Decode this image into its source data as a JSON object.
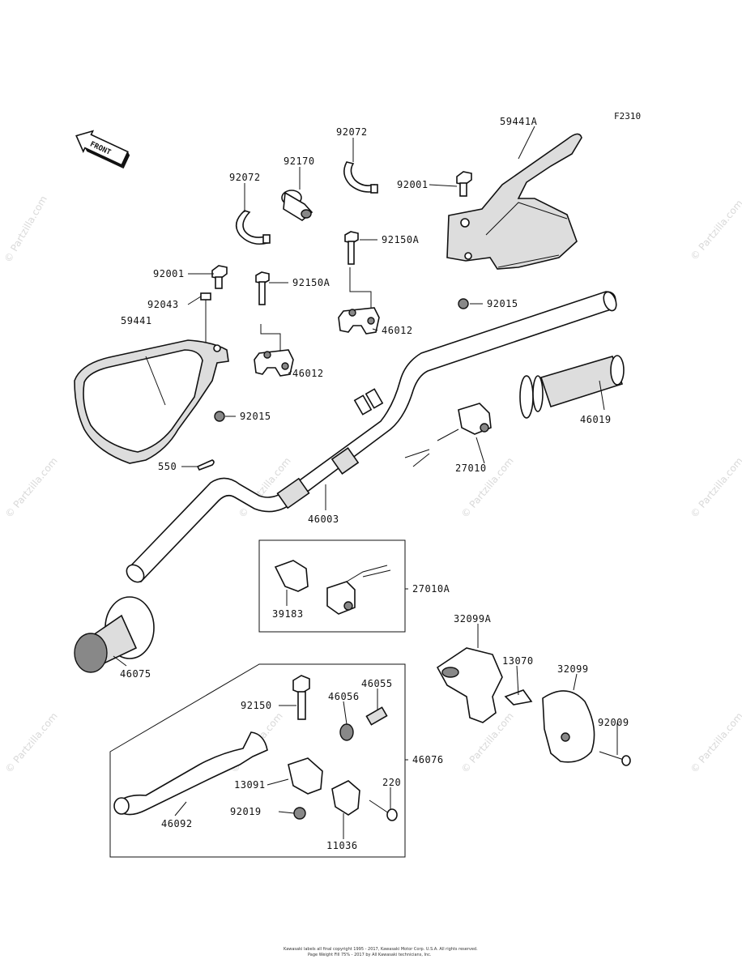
{
  "figure_code": "F2310",
  "front_label": "FRONT",
  "watermark": "© Partzilla.com",
  "parts": {
    "p59441A": "59441A",
    "p92072a": "92072",
    "p92072b": "92072",
    "p92170": "92170",
    "p92001a": "92001",
    "p92001b": "92001",
    "p92150Aa": "92150A",
    "p92150Ab": "92150A",
    "p92043": "92043",
    "p59441": "59441",
    "p46012a": "46012",
    "p46012b": "46012",
    "p92015a": "92015",
    "p92015b": "92015",
    "p46019": "46019",
    "p550": "550",
    "p27010": "27010",
    "p46003": "46003",
    "p27010A": "27010A",
    "p39183": "39183",
    "p32099A": "32099A",
    "p46075": "46075",
    "p13070": "13070",
    "p32099": "32099",
    "p46055": "46055",
    "p46056": "46056",
    "p92150": "92150",
    "p46076": "46076",
    "p92009": "92009",
    "p13091": "13091",
    "p220": "220",
    "p92019": "92019",
    "p46092": "46092",
    "p11036": "11036"
  },
  "footer": {
    "line1": "Kawasaki labels all final copyright 1995 - 2017, Kawasaki Motor Corp. U.S.A. All rights reserved.",
    "line2": "Page Weight Fill 75% - 2017 by All Kawasaki technicians, Inc."
  }
}
